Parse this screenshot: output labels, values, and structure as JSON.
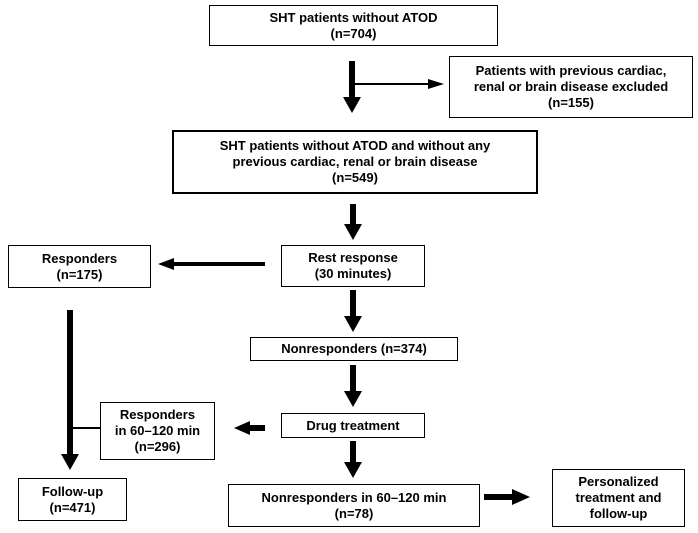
{
  "nodes": {
    "start": {
      "line1": "SHT patients without ATOD",
      "line2": "(n=704)"
    },
    "excluded": {
      "line1": "Patients with previous cardiac,",
      "line2": "renal or brain disease excluded",
      "line3": "(n=155)"
    },
    "eligible": {
      "line1": "SHT patients without ATOD and without any",
      "line2": "previous cardiac, renal or brain disease",
      "line3": "(n=549)"
    },
    "rest_response": {
      "line1": "Rest response",
      "line2": "(30 minutes)"
    },
    "responders": {
      "line1": "Responders",
      "line2": "(n=175)"
    },
    "nonresponders": {
      "line1": "Nonresponders (n=374)"
    },
    "drug_treatment": {
      "line1": "Drug treatment"
    },
    "responders_60_120": {
      "line1": "Responders",
      "line2": "in 60–120 min",
      "line3": "(n=296)"
    },
    "follow_up": {
      "line1": "Follow-up",
      "line2": "(n=471)"
    },
    "nonresponders_60_120": {
      "line1": "Nonresponders in 60–120 min",
      "line2": "(n=78)"
    },
    "personalized": {
      "line1": "Personalized",
      "line2": "treatment and",
      "line3": "follow-up"
    }
  }
}
